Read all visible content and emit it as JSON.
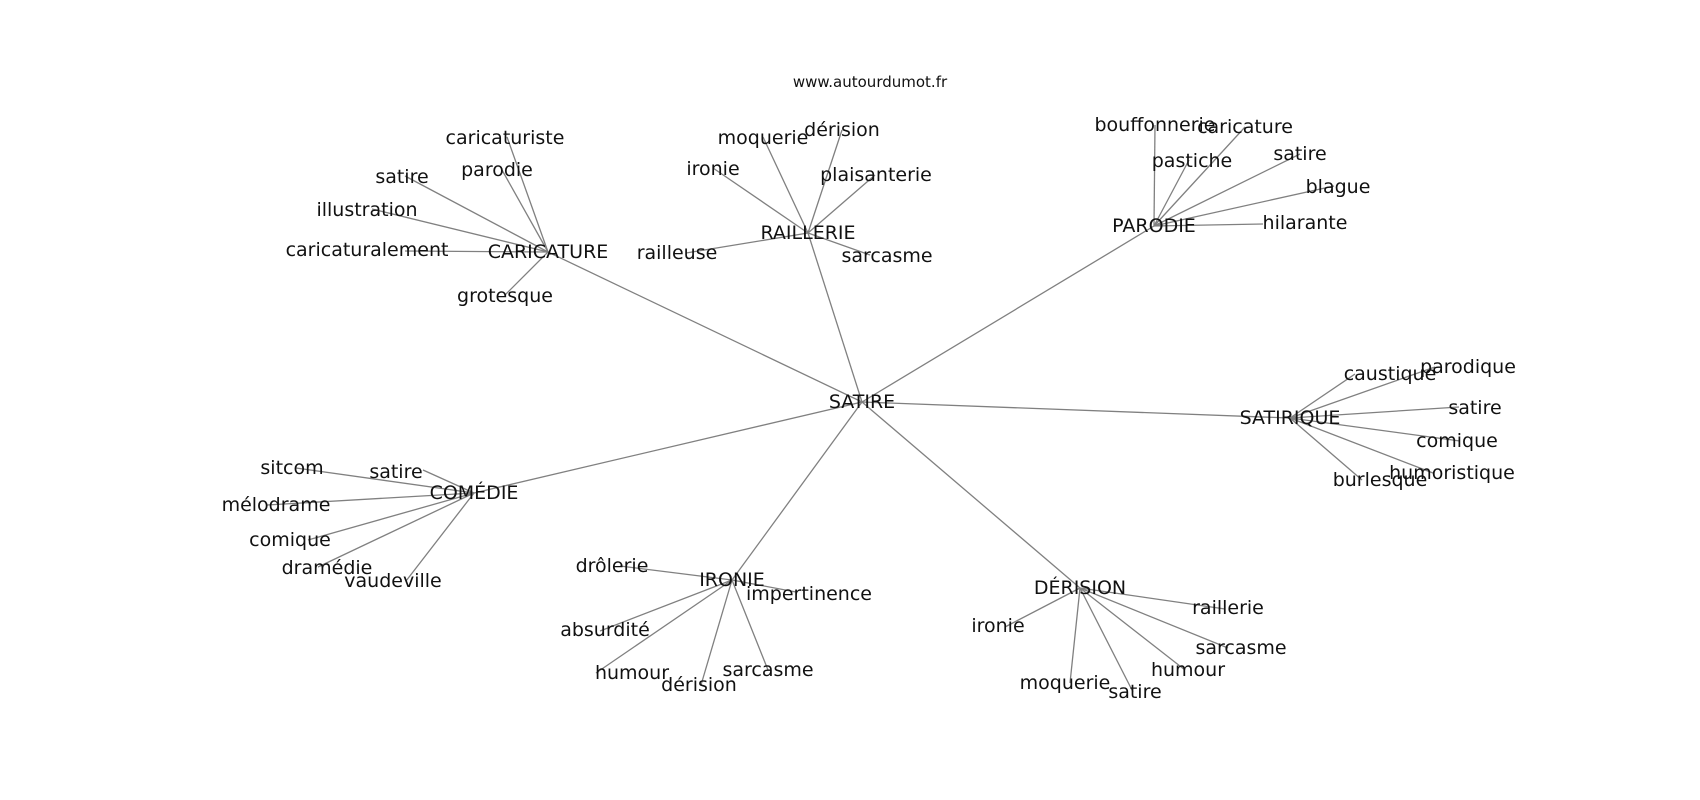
{
  "source": "www.autourdumot.fr",
  "colors": {
    "edge": "#808080",
    "text": "#111111",
    "background": "#ffffff"
  },
  "graph": {
    "center": "SATIRE",
    "hubs": [
      {
        "id": "caricature",
        "label": "CARICATURE",
        "leaves": [
          "caricaturiste",
          "parodie",
          "satire",
          "illustration",
          "caricaturalement",
          "grotesque"
        ]
      },
      {
        "id": "raillerie",
        "label": "RAILLERIE",
        "leaves": [
          "moquerie",
          "dérision",
          "ironie",
          "plaisanterie",
          "railleuse",
          "sarcasme"
        ]
      },
      {
        "id": "parodie",
        "label": "PARODIE",
        "leaves": [
          "bouffonnerie",
          "caricature",
          "pastiche",
          "satire",
          "blague",
          "hilarante"
        ]
      },
      {
        "id": "satirique",
        "label": "SATIRIQUE",
        "leaves": [
          "caustique",
          "parodique",
          "satire",
          "comique",
          "humoristique",
          "burlesque"
        ]
      },
      {
        "id": "comedie",
        "label": "COMÉDIE",
        "leaves": [
          "sitcom",
          "satire",
          "mélodrame",
          "comique",
          "dramédie",
          "vaudeville"
        ]
      },
      {
        "id": "ironie",
        "label": "IRONIE",
        "leaves": [
          "drôlerie",
          "impertinence",
          "absurdité",
          "humour",
          "dérision",
          "sarcasme"
        ]
      },
      {
        "id": "derision",
        "label": "DÉRISION",
        "leaves": [
          "raillerie",
          "ironie",
          "sarcasme",
          "humour",
          "moquerie",
          "satire"
        ]
      }
    ]
  }
}
